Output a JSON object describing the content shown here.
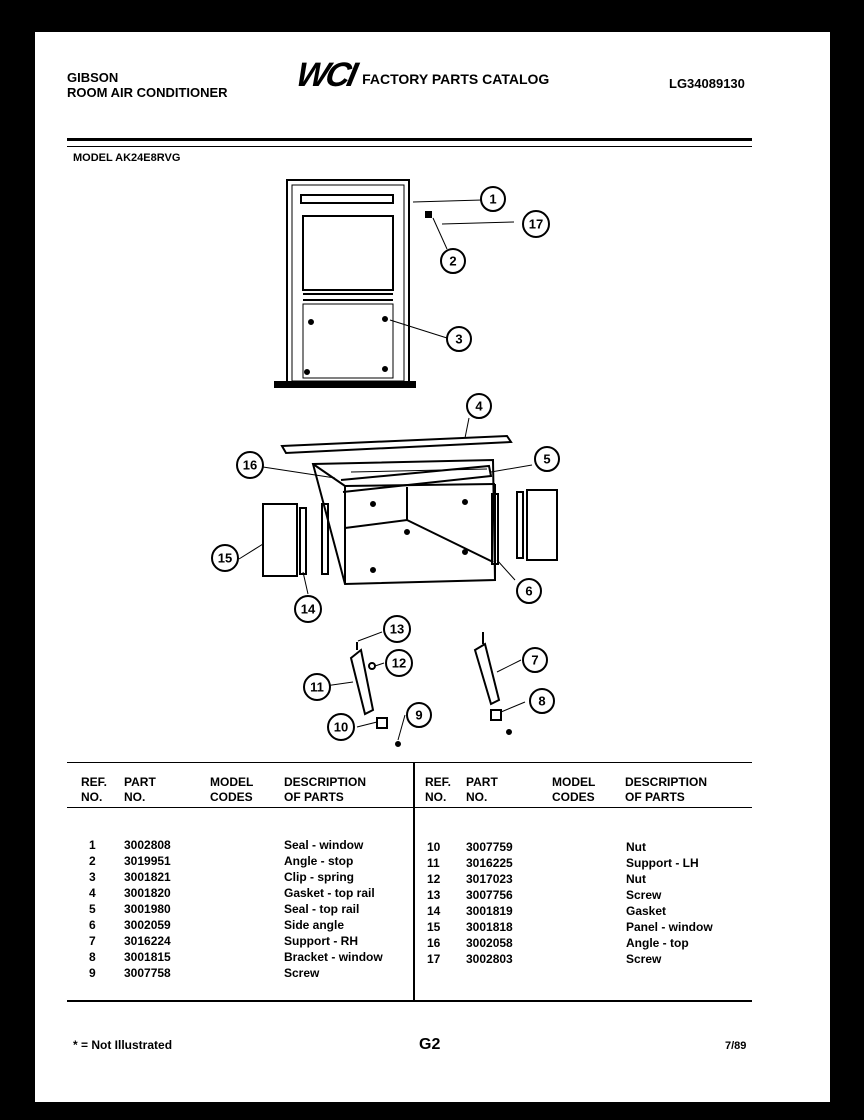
{
  "header": {
    "brand": "GIBSON",
    "product": "ROOM AIR CONDITIONER",
    "logo_text": "WCI",
    "catalog_title": "FACTORY PARTS CATALOG",
    "catalog_number": "LG34089130"
  },
  "model_line": "MODEL AK24E8RVG",
  "callouts": [
    "1",
    "2",
    "3",
    "4",
    "5",
    "6",
    "7",
    "8",
    "9",
    "10",
    "11",
    "12",
    "13",
    "14",
    "15",
    "16",
    "17"
  ],
  "table": {
    "headers": {
      "ref": [
        "REF.",
        "NO."
      ],
      "part": [
        "PART",
        "NO."
      ],
      "model": [
        "MODEL",
        "CODES"
      ],
      "desc": [
        "DESCRIPTION",
        "OF PARTS"
      ]
    },
    "left_rows": [
      {
        "ref": "1",
        "part": "3002808",
        "desc": "Seal - window"
      },
      {
        "ref": "2",
        "part": "3019951",
        "desc": "Angle - stop"
      },
      {
        "ref": "3",
        "part": "3001821",
        "desc": "Clip - spring"
      },
      {
        "ref": "4",
        "part": "3001820",
        "desc": "Gasket - top rail"
      },
      {
        "ref": "5",
        "part": "3001980",
        "desc": "Seal - top rail"
      },
      {
        "ref": "6",
        "part": "3002059",
        "desc": "Side angle"
      },
      {
        "ref": "7",
        "part": "3016224",
        "desc": "Support - RH"
      },
      {
        "ref": "8",
        "part": "3001815",
        "desc": "Bracket - window"
      },
      {
        "ref": "9",
        "part": "3007758",
        "desc": "Screw"
      }
    ],
    "right_rows": [
      {
        "ref": "10",
        "part": "3007759",
        "desc": "Nut"
      },
      {
        "ref": "11",
        "part": "3016225",
        "desc": "Support - LH"
      },
      {
        "ref": "12",
        "part": "3017023",
        "desc": "Nut"
      },
      {
        "ref": "13",
        "part": "3007756",
        "desc": "Screw"
      },
      {
        "ref": "14",
        "part": "3001819",
        "desc": "Gasket"
      },
      {
        "ref": "15",
        "part": "3001818",
        "desc": "Panel - window"
      },
      {
        "ref": "16",
        "part": "3002058",
        "desc": "Angle - top"
      },
      {
        "ref": "17",
        "part": "3002803",
        "desc": "Screw"
      }
    ]
  },
  "footer": {
    "note": "* = Not Illustrated",
    "page": "G2",
    "date": "7/89"
  }
}
